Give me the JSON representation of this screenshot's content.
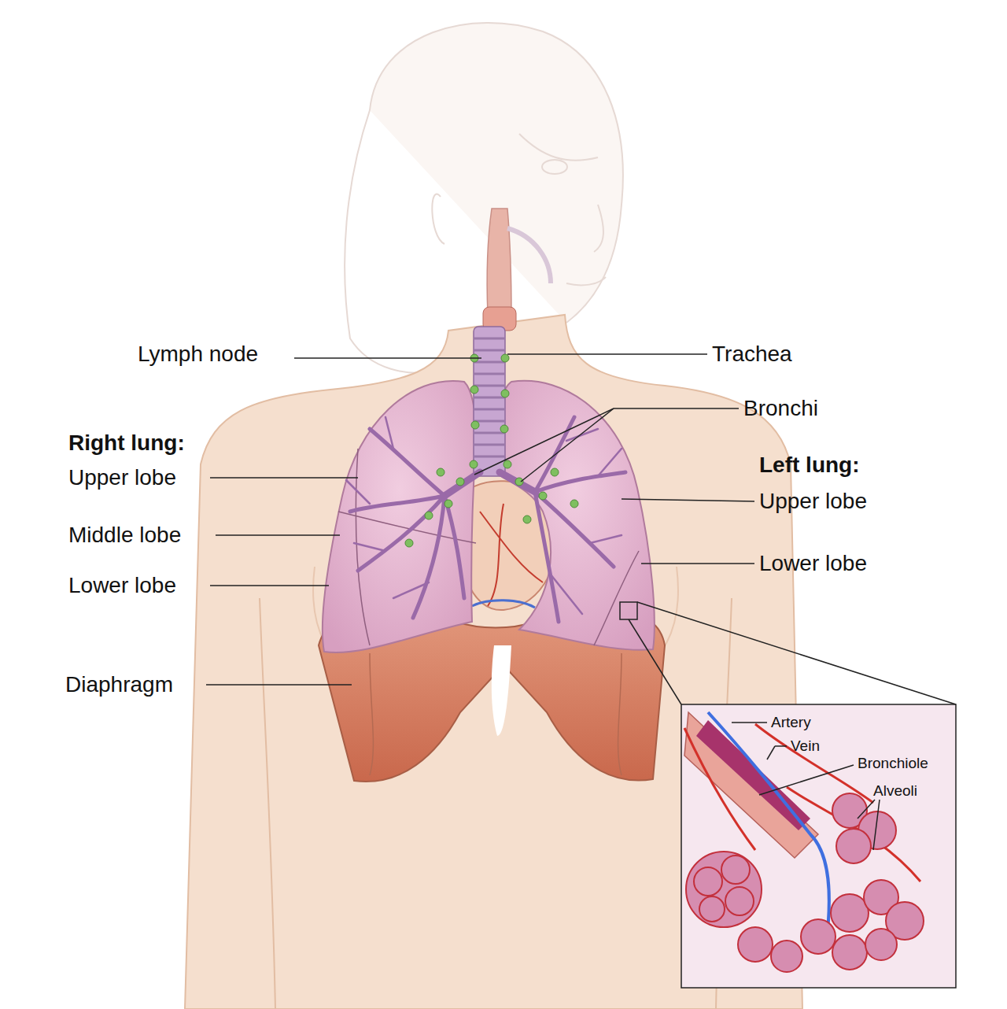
{
  "diagram": {
    "labels": [
      "Lymph node",
      "Trachea",
      "Bronchi",
      "Right lung:",
      "Upper lobe",
      "Left lung:",
      "Upper lobe",
      "Middle lobe",
      "Lower lobe",
      "Lower lobe",
      "Diaphragm",
      "Artery",
      "Vein",
      "Bronchiole",
      "Alveoli"
    ]
  }
}
